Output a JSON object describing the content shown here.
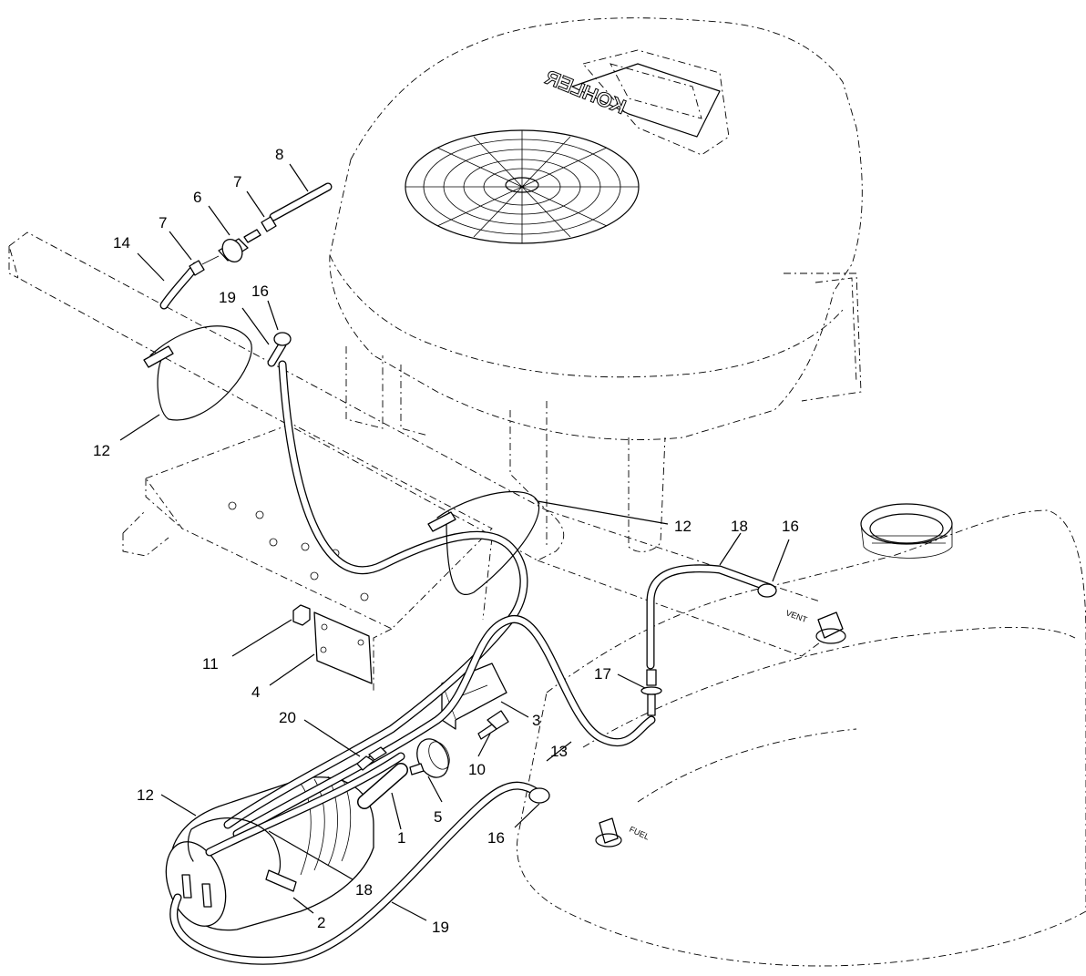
{
  "brand": "KOHLER",
  "tank_labels": {
    "vent": "VENT",
    "fuel": "FUEL"
  },
  "callouts": [
    {
      "id": "c-8",
      "text": "8"
    },
    {
      "id": "c-7-upper",
      "text": "7"
    },
    {
      "id": "c-6",
      "text": "6"
    },
    {
      "id": "c-7-left",
      "text": "7"
    },
    {
      "id": "c-14",
      "text": "14"
    },
    {
      "id": "c-16-top",
      "text": "16"
    },
    {
      "id": "c-19-top",
      "text": "19"
    },
    {
      "id": "c-12-left",
      "text": "12"
    },
    {
      "id": "c-12-mid",
      "text": "12"
    },
    {
      "id": "c-18-right",
      "text": "18"
    },
    {
      "id": "c-16-right",
      "text": "16"
    },
    {
      "id": "c-11",
      "text": "11"
    },
    {
      "id": "c-4",
      "text": "4"
    },
    {
      "id": "c-17",
      "text": "17"
    },
    {
      "id": "c-3",
      "text": "3"
    },
    {
      "id": "c-20",
      "text": "20"
    },
    {
      "id": "c-10",
      "text": "10"
    },
    {
      "id": "c-13",
      "text": "13"
    },
    {
      "id": "c-12-bottom",
      "text": "12"
    },
    {
      "id": "c-1",
      "text": "1"
    },
    {
      "id": "c-5",
      "text": "5"
    },
    {
      "id": "c-16-bottom",
      "text": "16"
    },
    {
      "id": "c-18-bottom",
      "text": "18"
    },
    {
      "id": "c-2",
      "text": "2"
    },
    {
      "id": "c-19-bottom",
      "text": "19"
    }
  ]
}
